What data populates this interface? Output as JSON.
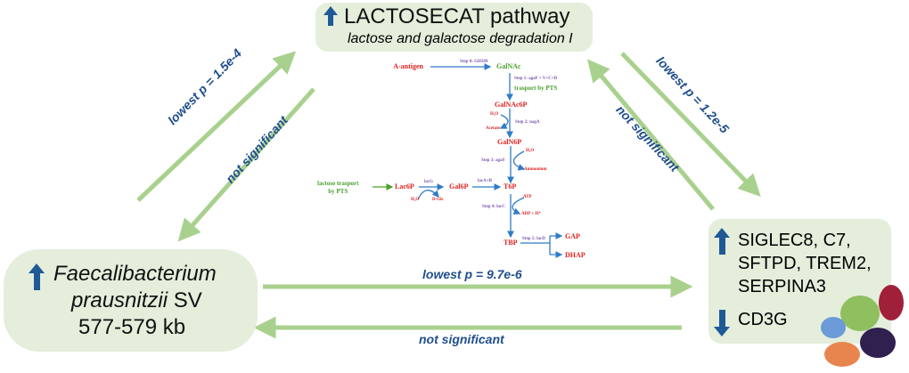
{
  "top_box": {
    "title": "LACTOSECAT pathway",
    "subtitle": "lactose and galactose degradation I",
    "direction": "up"
  },
  "left_box": {
    "line1": "Faecalibacterium",
    "line2_italic": "prausnitzii",
    "line2_rest": " SV",
    "line3": "577-579 kb",
    "direction": "up"
  },
  "right_box": {
    "up_genes": [
      "SIGLEC8, C7,",
      "SFTPD, TREM2,",
      "SERPINA3"
    ],
    "down_genes": "CD3G"
  },
  "edges": {
    "left_up": "lowest p = 1.5e-4",
    "left_down": "not significant",
    "right_down": "lowest p = 1.2e-5",
    "right_up": "not significant",
    "bottom_right": "lowest p = 9.7e-6",
    "bottom_left": "not significant"
  },
  "pathway": {
    "a_antigen": "A-antigen",
    "step0": "Step 0: GH109",
    "galnac": "GalNAc",
    "step1": "Step 1: agaF + V+C+D",
    "pts1": "trasport by PTS",
    "galnac6p": "GalNAc6P",
    "h2o_1": "H₂O",
    "acetate": "Acetate",
    "step2": "Step 2: nagA",
    "galn6p": "GalN6P",
    "h2o_2": "H₂O",
    "ammonium": "Ammonium",
    "step3": "Step 3: agaS",
    "lactose_pts": "lactose trasport",
    "lactose_pts2": "by PTS",
    "lac6p": "Lac6P",
    "lacg": "lacG",
    "h2o_3": "H₂O",
    "dglc": "D-Glc",
    "gal6p": "Gal6P",
    "lacab": "lacA+B",
    "t6p": "T6P",
    "atp": "ATP",
    "adp": "ADP + H⁺",
    "step4": "Step 4: lacC",
    "tbp": "TBP",
    "step5": "Step 5: lacD",
    "gap": "GAP",
    "dhap": "DHAP"
  },
  "colors": {
    "box": "#e4eedb",
    "edge_arrow": "#a9d18e",
    "label": "#1f4e8c",
    "up_down_arrow": "#1f5a96",
    "metabolite": "#e02020",
    "transport": "#4aa02c",
    "enzyme": "#7a55b0"
  }
}
